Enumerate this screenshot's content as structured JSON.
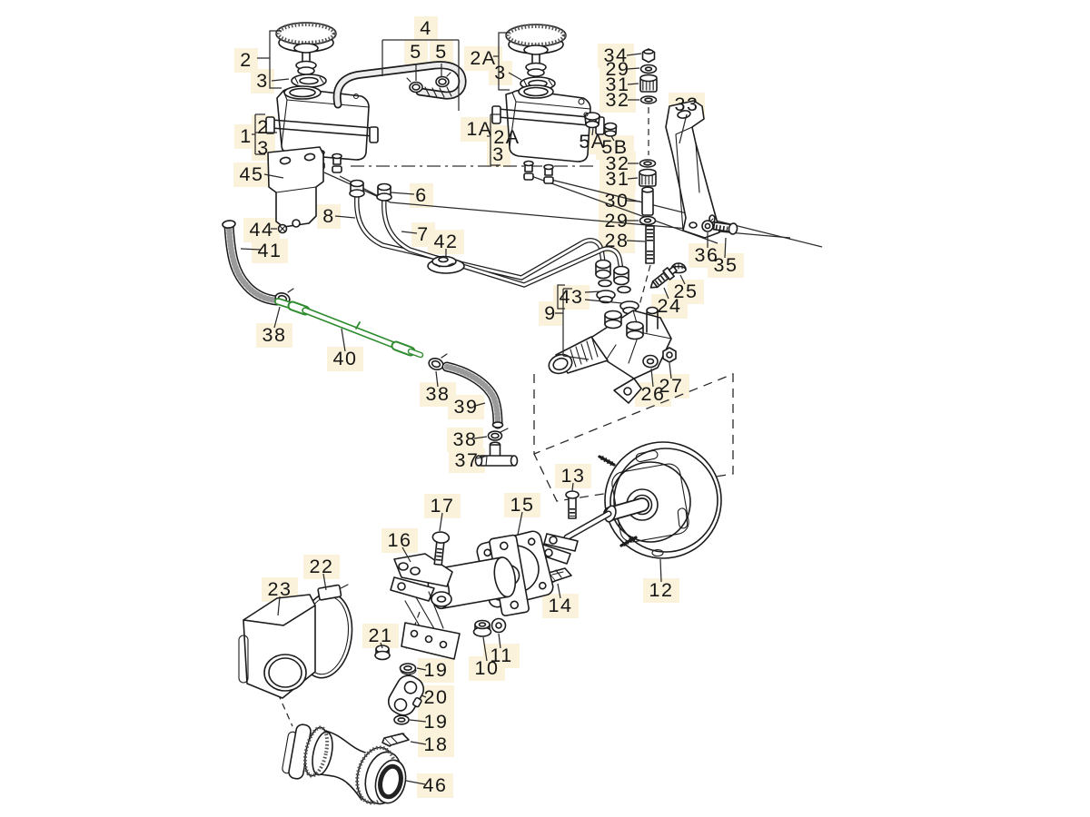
{
  "diagram": {
    "background_color": "#ffffff",
    "line_color": "#1c1c1c",
    "highlight_color": "#2e8b2e",
    "label_box_color": "#faf2da",
    "callouts": [
      {
        "label": "2",
        "part": "reservoir-cap-left"
      },
      {
        "label": "3",
        "part": "cap-seal-left"
      },
      {
        "label": "4",
        "part": "connecting-hose"
      },
      {
        "label": "5",
        "part": "hose-clamp"
      },
      {
        "label": "5",
        "part": "hose-clamp"
      },
      {
        "label": "2A",
        "part": "reservoir-cap-right"
      },
      {
        "label": "3",
        "part": "cap-seal-right"
      },
      {
        "label": "1",
        "part": "reservoir-left"
      },
      {
        "label": "2",
        "part": "reservoir-left-cap"
      },
      {
        "label": "3",
        "part": "reservoir-left-seal"
      },
      {
        "label": "1A",
        "part": "reservoir-right"
      },
      {
        "label": "2A",
        "part": "reservoir-right-cap"
      },
      {
        "label": "3",
        "part": "reservoir-right-seal"
      },
      {
        "label": "5A",
        "part": "grommet"
      },
      {
        "label": "5B",
        "part": "plug"
      },
      {
        "label": "34",
        "part": "nut"
      },
      {
        "label": "29",
        "part": "washer"
      },
      {
        "label": "31",
        "part": "rubber-bushing"
      },
      {
        "label": "32",
        "part": "washer"
      },
      {
        "label": "33",
        "part": "support-bracket"
      },
      {
        "label": "32",
        "part": "washer"
      },
      {
        "label": "31",
        "part": "rubber-bushing"
      },
      {
        "label": "30",
        "part": "spacer-sleeve"
      },
      {
        "label": "29",
        "part": "washer"
      },
      {
        "label": "28",
        "part": "stud"
      },
      {
        "label": "36",
        "part": "lock-washer"
      },
      {
        "label": "35",
        "part": "screw"
      },
      {
        "label": "25",
        "part": "dust-cap"
      },
      {
        "label": "24",
        "part": "bleeder-valve"
      },
      {
        "label": "45",
        "part": "mounting-bracket"
      },
      {
        "label": "44",
        "part": "screw"
      },
      {
        "label": "6",
        "part": "union-fitting"
      },
      {
        "label": "8",
        "part": "supply-pipe"
      },
      {
        "label": "7",
        "part": "supply-pipe"
      },
      {
        "label": "42",
        "part": "grommet"
      },
      {
        "label": "41",
        "part": "hose"
      },
      {
        "label": "38",
        "part": "clamp"
      },
      {
        "label": "40",
        "part": "highlighted-pressure-line"
      },
      {
        "label": "38",
        "part": "clamp"
      },
      {
        "label": "39",
        "part": "hose"
      },
      {
        "label": "38",
        "part": "clamp"
      },
      {
        "label": "37",
        "part": "t-fitting"
      },
      {
        "label": "43",
        "part": "sealing-plugs"
      },
      {
        "label": "9",
        "part": "master-cylinder"
      },
      {
        "label": "26",
        "part": "washer"
      },
      {
        "label": "27",
        "part": "nut"
      },
      {
        "label": "13",
        "part": "clevis-pin"
      },
      {
        "label": "15",
        "part": "gasket"
      },
      {
        "label": "17",
        "part": "bolt"
      },
      {
        "label": "16",
        "part": "bracket-assembly"
      },
      {
        "label": "12",
        "part": "brake-booster"
      },
      {
        "label": "14",
        "part": "spring-clip"
      },
      {
        "label": "22",
        "part": "band-clamp"
      },
      {
        "label": "23",
        "part": "protective-cover"
      },
      {
        "label": "21",
        "part": "cap"
      },
      {
        "label": "11",
        "part": "washer"
      },
      {
        "label": "10",
        "part": "nut"
      },
      {
        "label": "19",
        "part": "grommet"
      },
      {
        "label": "20",
        "part": "lever"
      },
      {
        "label": "19",
        "part": "grommet"
      },
      {
        "label": "18",
        "part": "clip"
      },
      {
        "label": "46",
        "part": "bellows"
      }
    ]
  }
}
